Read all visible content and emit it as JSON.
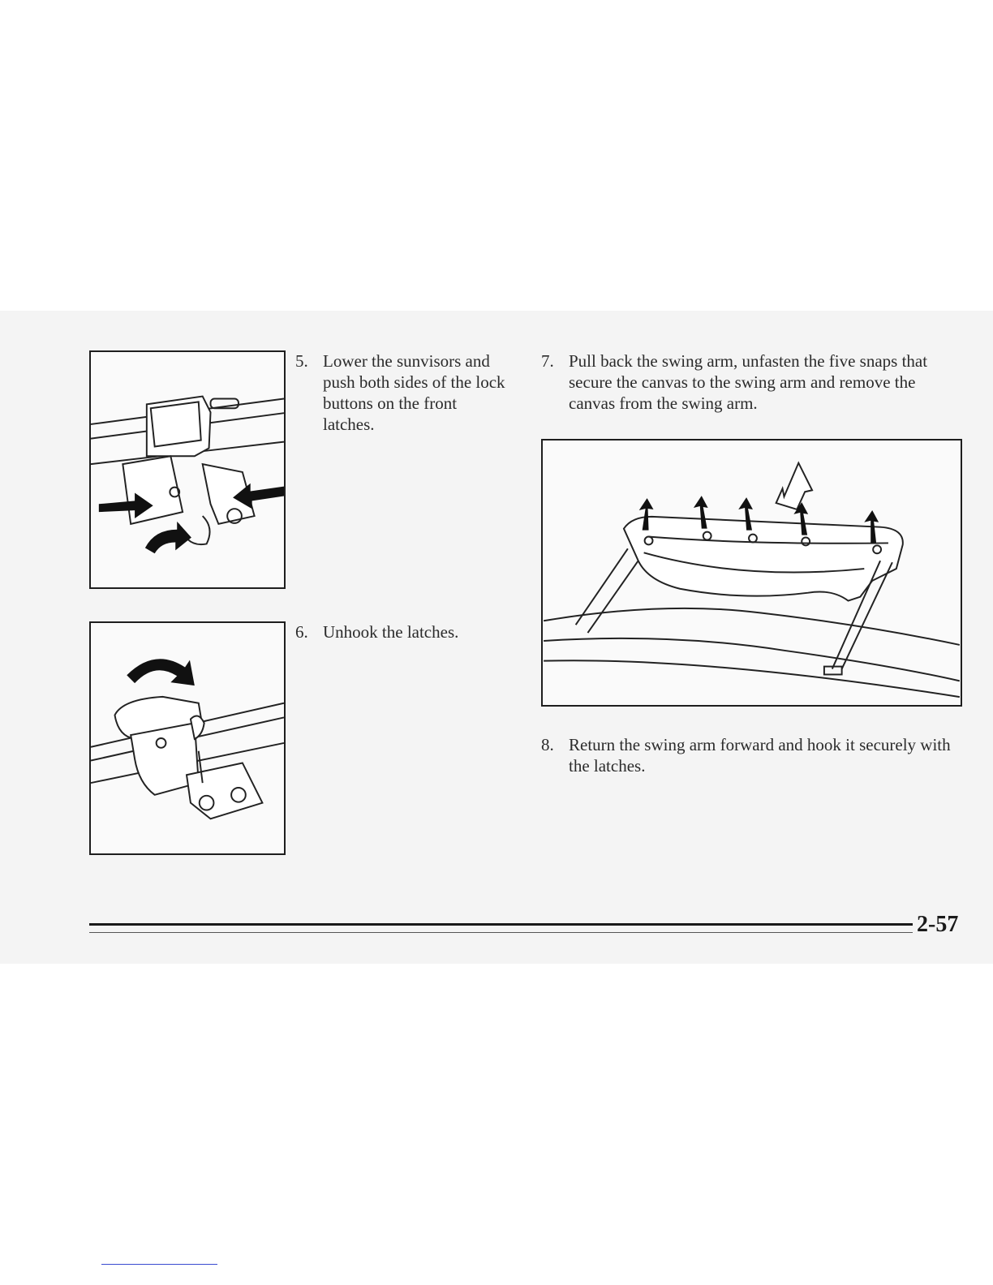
{
  "steps": {
    "s5": {
      "num": "5.",
      "text": "Lower the sunvisors and push both sides of the lock buttons on the front latches."
    },
    "s6": {
      "num": "6.",
      "text": "Unhook the latches."
    },
    "s7": {
      "num": "7.",
      "text": "Pull back the swing arm, unfasten the five snaps that secure the canvas to the swing arm and remove the canvas from the swing arm."
    },
    "s8": {
      "num": "8.",
      "text": "Return the swing arm forward and hook it securely with the latches."
    }
  },
  "footer": {
    "page_number": "2-57"
  }
}
